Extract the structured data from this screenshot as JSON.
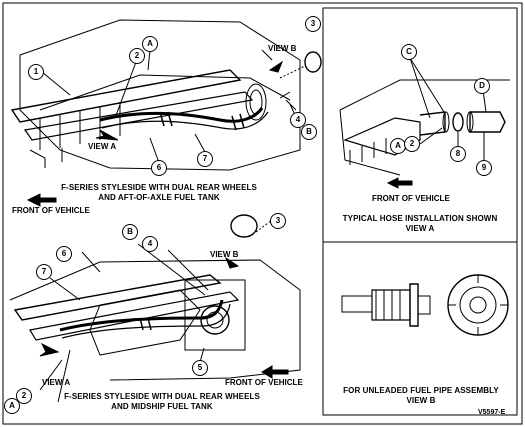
{
  "captions": {
    "top_left_line1": "F-SERIES STYLESIDE WITH DUAL REAR WHEELS",
    "top_left_line2": "AND AFT-OF-AXLE FUEL TANK",
    "front_of_vehicle_1": "FRONT OF VEHICLE",
    "top_right_front": "FRONT OF VEHICLE",
    "top_right_line1": "TYPICAL HOSE INSTALLATION SHOWN",
    "top_right_line2": "VIEW A",
    "bottom_left_line1": "F-SERIES STYLESIDE WITH DUAL REAR WHEELS",
    "bottom_left_line2": "AND MIDSHIP FUEL TANK",
    "bottom_front": "FRONT OF VEHICLE",
    "bottom_right_line1": "FOR UNLEADED FUEL PIPE ASSEMBLY",
    "bottom_right_line2": "VIEW B",
    "figure_id": "V5597-E"
  },
  "view_labels": {
    "view_a_top": "VIEW A",
    "view_b_top": "VIEW B",
    "view_a_bottom": "VIEW A",
    "view_b_bottom": "VIEW B"
  },
  "callouts": {
    "n1": "1",
    "n2a": "2",
    "n3a": "3",
    "n4a": "4",
    "n6a": "6",
    "n7a": "7",
    "la_a": "A",
    "lb_a": "B",
    "n2r": "2",
    "n8": "8",
    "n9": "9",
    "la_r": "A",
    "lc": "C",
    "ld": "D",
    "n3b": "3",
    "n4b": "4",
    "n5": "5",
    "n6b": "6",
    "n7b": "7",
    "n2b": "2",
    "lb_b": "B",
    "la_b": "A"
  }
}
